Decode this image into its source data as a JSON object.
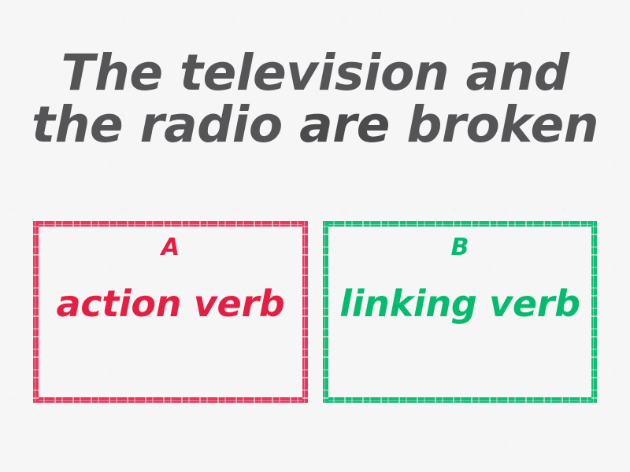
{
  "background_color": "#f7f6f7",
  "question": {
    "text_color": "#555456",
    "lines": [
      {
        "id": "line1",
        "text": "The television and"
      },
      {
        "id": "line2"
      }
    ],
    "line2_parts": {
      "before": "the radio ",
      "emphasis": "are",
      "after": " broken"
    },
    "full_text": "The television and the radio are broken"
  },
  "answers": [
    {
      "letter": "A",
      "label": "action verb",
      "color": "#e31f44",
      "border_color": "#e8385c"
    },
    {
      "letter": "B",
      "label": "linking verb",
      "color": "#06bb6f",
      "border_color": "#12bd74"
    }
  ]
}
